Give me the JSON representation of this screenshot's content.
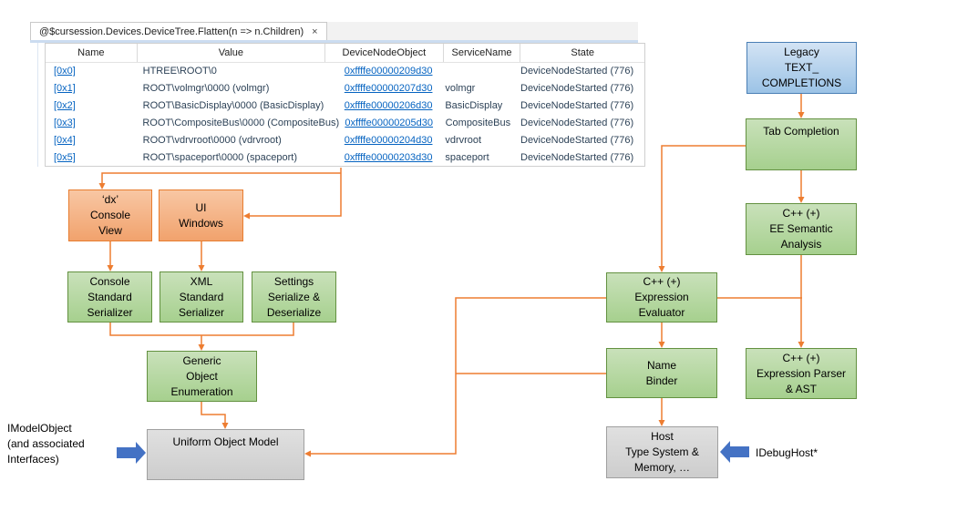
{
  "tab": {
    "title": "@$cursession.Devices.DeviceTree.Flatten(n => n.Children)",
    "close": "×"
  },
  "table": {
    "columns": [
      "Name",
      "Value",
      "DeviceNodeObject",
      "ServiceName",
      "State"
    ],
    "rows": [
      {
        "name": "[0x0]",
        "value": "HTREE\\ROOT\\0",
        "node": "0xffffe00000209d30",
        "service": "",
        "state": "DeviceNodeStarted (776)"
      },
      {
        "name": "[0x1]",
        "value": "ROOT\\volmgr\\0000 (volmgr)",
        "node": "0xffffe00000207d30",
        "service": "volmgr",
        "state": "DeviceNodeStarted (776)"
      },
      {
        "name": "[0x2]",
        "value": "ROOT\\BasicDisplay\\0000 (BasicDisplay)",
        "node": "0xffffe00000206d30",
        "service": "BasicDisplay",
        "state": "DeviceNodeStarted (776)"
      },
      {
        "name": "[0x3]",
        "value": "ROOT\\CompositeBus\\0000 (CompositeBus)",
        "node": "0xffffe00000205d30",
        "service": "CompositeBus",
        "state": "DeviceNodeStarted (776)"
      },
      {
        "name": "[0x4]",
        "value": "ROOT\\vdrvroot\\0000 (vdrvroot)",
        "node": "0xffffe00000204d30",
        "service": "vdrvroot",
        "state": "DeviceNodeStarted (776)"
      },
      {
        "name": "[0x5]",
        "value": "ROOT\\spaceport\\0000 (spaceport)",
        "node": "0xffffe00000203d30",
        "service": "spaceport",
        "state": "DeviceNodeStarted (776)"
      }
    ]
  },
  "diagram": {
    "boxes": {
      "legacy": "Legacy\nTEXT_\nCOMPLETIONS",
      "tab_completion": "Tab Completion",
      "ee_semantic": "C++ (+)\nEE Semantic\nAnalysis",
      "dx_console": "‘dx’\nConsole\nView",
      "ui_windows": "UI\nWindows",
      "console_serializer": "Console\nStandard\nSerializer",
      "xml_serializer": "XML\nStandard\nSerializer",
      "settings_serialize": "Settings\nSerialize &\nDeserialize",
      "generic_enumeration": "Generic\nObject\nEnumeration",
      "uniform_object_model": "Uniform Object Model",
      "expression_evaluator": "C++ (+)\nExpression\nEvaluator",
      "name_binder": "Name\nBinder",
      "expression_parser": "C++ (+)\nExpression Parser\n& AST",
      "host": "Host\nType System &\nMemory, …"
    },
    "labels": {
      "imodelobject": "IModelObject\n(and associated\nInterfaces)",
      "idebughost": "IDebugHost*"
    },
    "colors": {
      "connector": "#ed7d31",
      "blue_arrow": "#4472c4",
      "green_fill": "#a9d18e",
      "orange_fill": "#f4b183",
      "blue_fill": "#9dc3e6",
      "gray_fill": "#d6d6d6",
      "link_blue": "#0563c1"
    }
  }
}
